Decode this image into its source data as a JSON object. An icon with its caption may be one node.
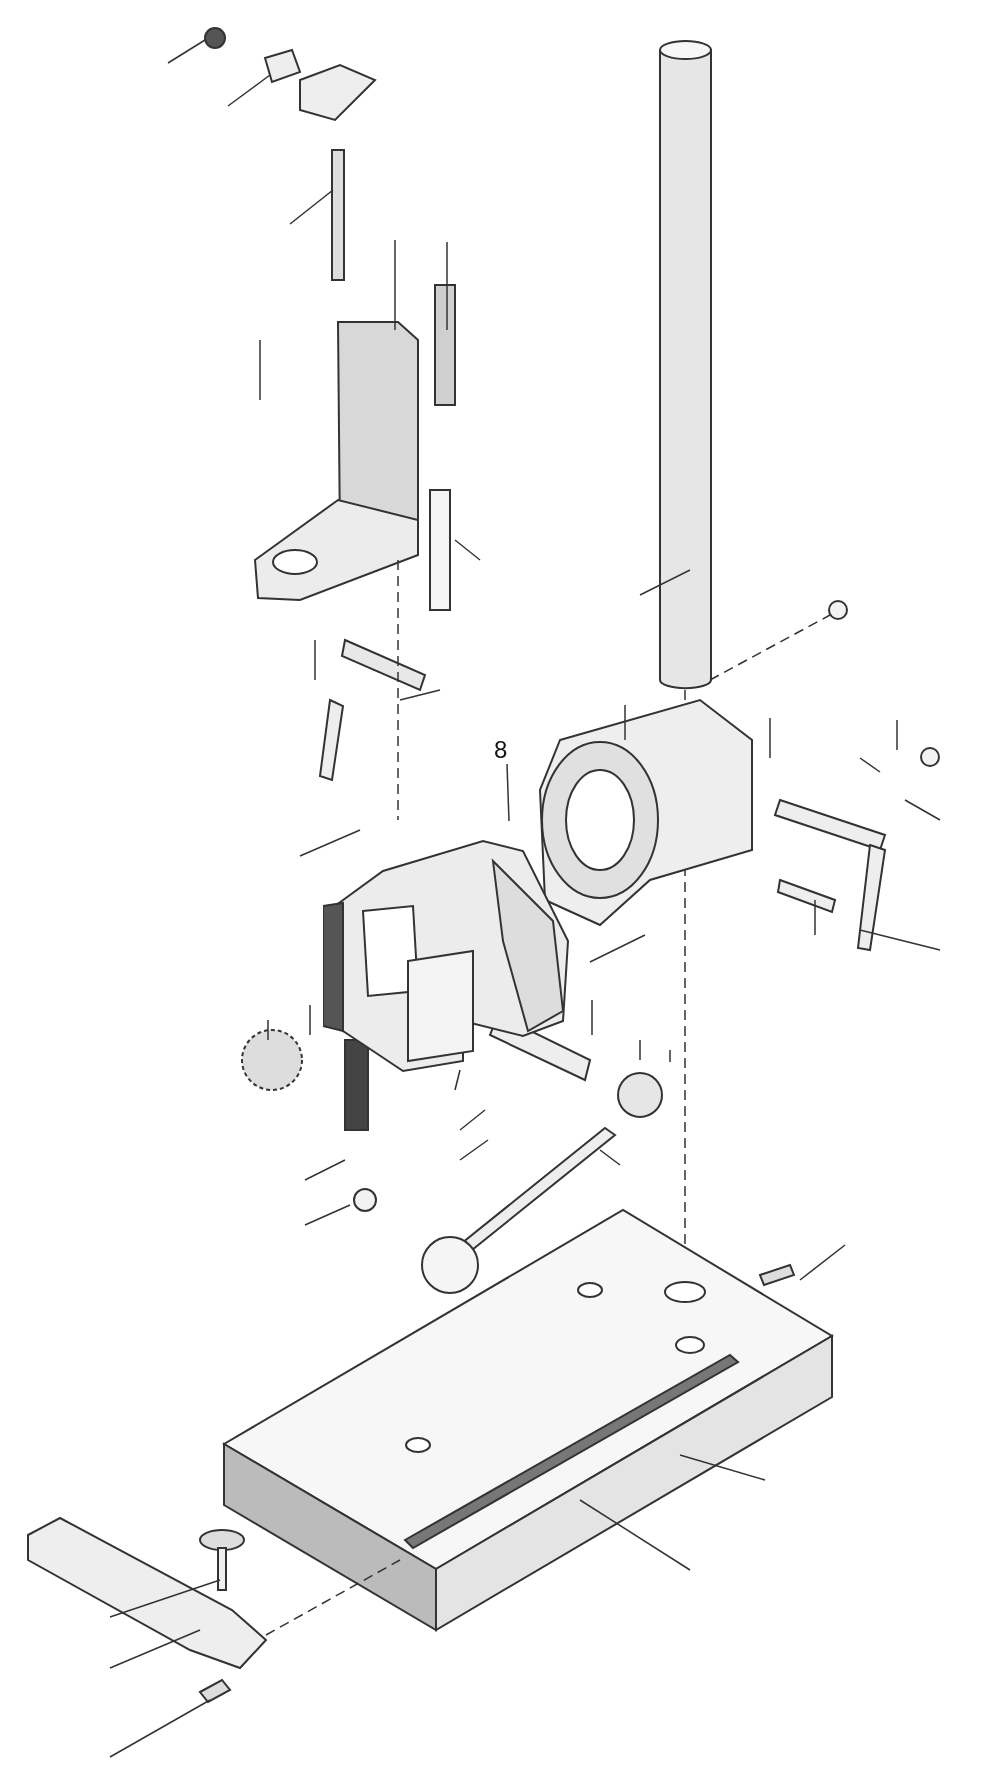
{
  "diagram": {
    "nodes": [
      {
        "text": [
          "8"
        ]
      },
      {
        "text": [],
        "shape": "picture"
      }
    ],
    "edges": [
      {
        "from": 0,
        "to": 1,
        "arrow": "none"
      }
    ]
  }
}
